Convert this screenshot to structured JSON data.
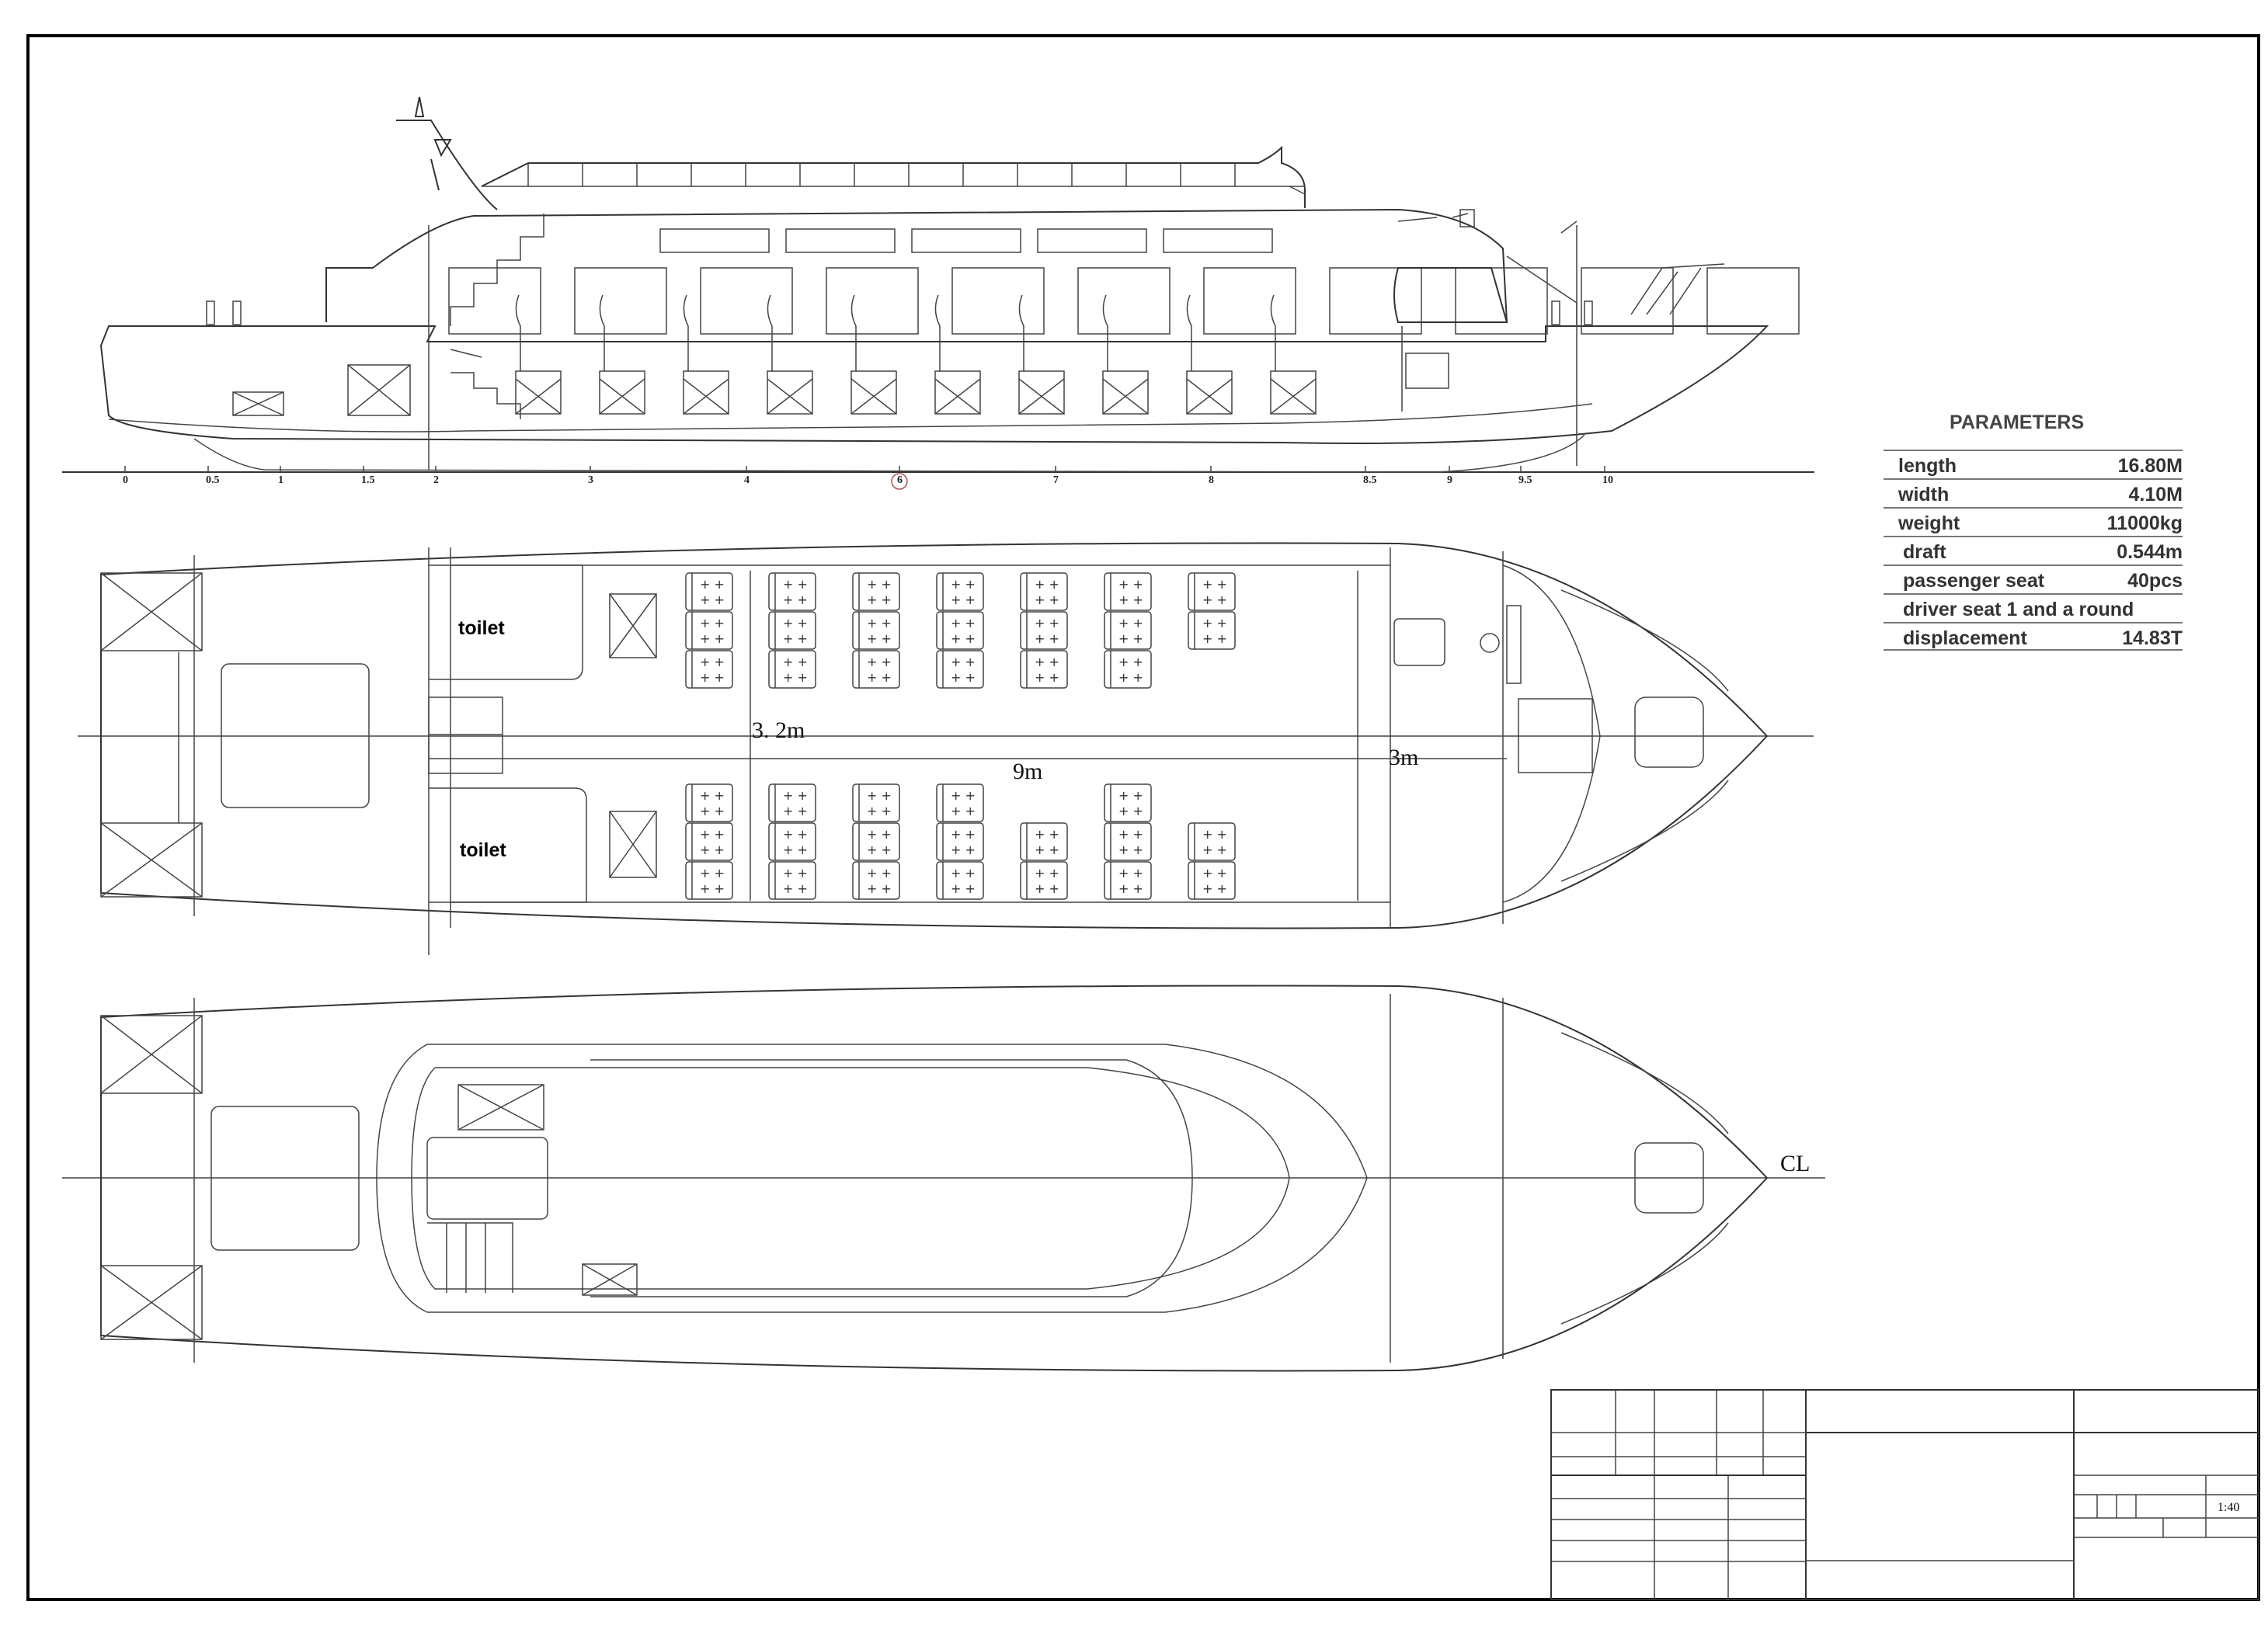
{
  "labels": {
    "toilet_upper": "toilet",
    "toilet_lower": "toilet",
    "dim_width": "3. 2m",
    "dim_cabin": "9m",
    "dim_fore": "3m",
    "centerline": "CL",
    "scale": "1:40"
  },
  "station_ticks": [
    "0",
    "0.5",
    "1",
    "1.5",
    "2",
    "3",
    "4",
    "6",
    "7",
    "8",
    "8.5",
    "9",
    "9.5",
    "10"
  ],
  "parameters": {
    "title": "PARAMETERS",
    "rows": [
      {
        "key": "length",
        "value": "16.80M"
      },
      {
        "key": "width",
        "value": "4.10M"
      },
      {
        "key": "weight",
        "value": "11000kg"
      },
      {
        "key": "draft",
        "value": "0.544m"
      },
      {
        "key": "passenger seat",
        "value": "40pcs"
      },
      {
        "key": "driver seat 1 and a round",
        "value": ""
      },
      {
        "key": "displacement",
        "value": "14.83T"
      }
    ]
  },
  "icons": {
    "seat": "passenger-seat-icon",
    "hatch": "hatch-icon",
    "anchor": "anchor-winch-icon",
    "light": "navigation-light-icon"
  }
}
